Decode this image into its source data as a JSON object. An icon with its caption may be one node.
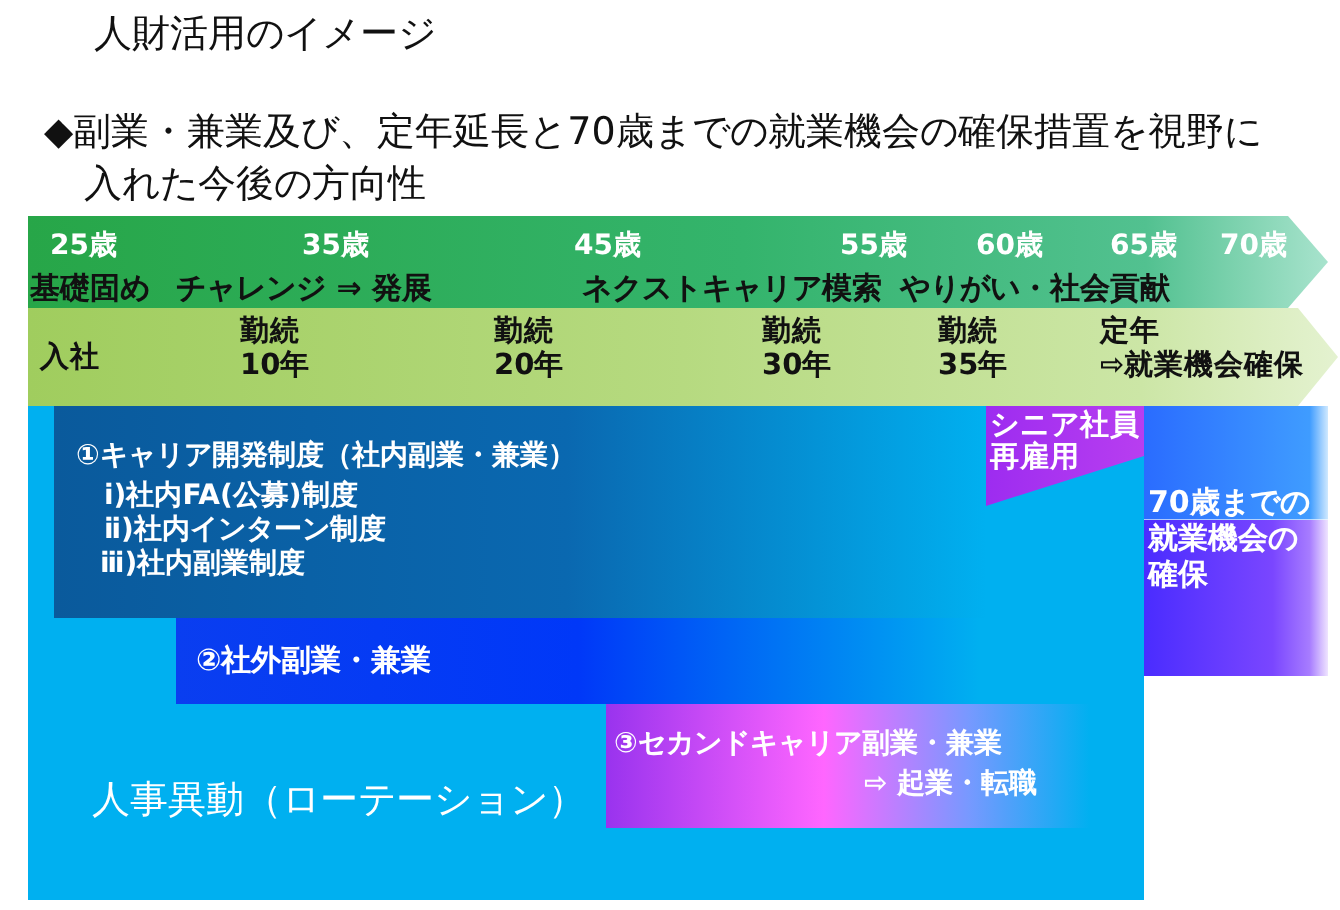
{
  "diagram": {
    "title": "人財活用のイメージ",
    "nodes": [
      {
        "text": [
          "25歳",
          "35歳",
          "45歳",
          "55歳",
          "60歳",
          "65歳",
          "70歳",
          "基礎固め",
          "チャレンジ ⇒ 発展",
          "ネクストキャリア模索",
          "やりがい・社会貢献"
        ]
      },
      {
        "text": [
          "入社",
          "勤続10年",
          "勤続20年",
          "勤続30年",
          "勤続35年",
          "定年",
          "⇨就業機会確保"
        ]
      },
      {
        "text": [
          "人事異動（ローテーション）"
        ]
      },
      {
        "text": [
          "①キャリア開発制度（社内副業・兼業）",
          "ⅰ)社内FA(公募)制度",
          "ⅱ)社内インターン制度",
          "ⅲ)社内副業制度"
        ],
        "in": 2
      },
      {
        "text": [
          "シニア社員再雇用"
        ],
        "in": 2
      },
      {
        "text": [
          "②社外副業・兼業"
        ],
        "in": 2
      },
      {
        "text": [
          "③セカンドキャリア副業・兼業",
          "⇨ 起業・転職"
        ],
        "in": 2
      },
      {
        "text": [
          "70歳までの就業機会の確保"
        ]
      }
    ],
    "labels": [
      "◆副業・兼業及び、定年延長と70歳までの就業機会の確保措置を視野に入れた今後の方向性"
    ]
  }
}
